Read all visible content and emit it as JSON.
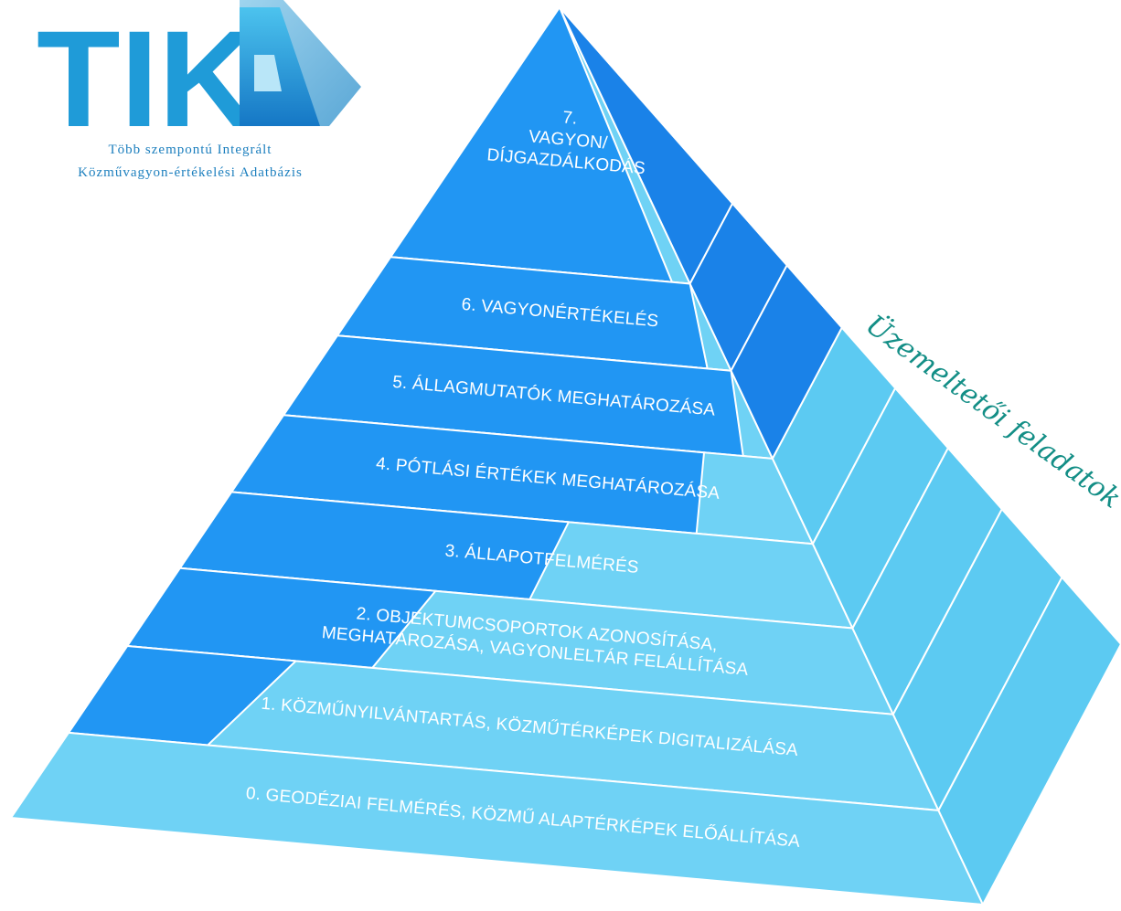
{
  "logo": {
    "word": "TIK",
    "tagline_line1": "Több szempontú Integrált",
    "tagline_line2": "Közművagyon-értékelési Adatbázis",
    "color": "#1f9bd8"
  },
  "side_title": "Üzemeltetői feladatok",
  "levels": [
    {
      "number": "0",
      "lines": [
        "0. GEODÉZIAI FELMÉRÉS, KÖZMŰ ALAPTÉRKÉPEK ELŐÁLLÍTÁSA"
      ]
    },
    {
      "number": "1",
      "lines": [
        "1. KÖZMŰNYILVÁNTARTÁS, KÖZMŰTÉRKÉPEK DIGITALIZÁLÁSA"
      ]
    },
    {
      "number": "2",
      "lines": [
        "2. OBJEKTUMCSOPORTOK AZONOSÍTÁSA,",
        "MEGHATÁROZÁSA, VAGYONLELTÁR FELÁLLÍTÁSA"
      ]
    },
    {
      "number": "3",
      "lines": [
        "3. ÁLLAPOTFELMÉRÉS"
      ]
    },
    {
      "number": "4",
      "lines": [
        "4. PÓTLÁSI ÉRTÉKEK MEGHATÁROZÁSA"
      ]
    },
    {
      "number": "5",
      "lines": [
        "5. ÁLLAGMUTATÓK MEGHATÁROZÁSA"
      ]
    },
    {
      "number": "6",
      "lines": [
        "6. VAGYONÉRTÉKELÉS"
      ]
    },
    {
      "number": "7",
      "lines": [
        "7.",
        "VAGYON/",
        "DÍJGAZDÁLKODÁS"
      ]
    }
  ],
  "colors": {
    "light_face": "#6fd2f5",
    "dark_face": "#2196f3",
    "right_light": "#5ccaf2",
    "right_dark": "#1a82e8",
    "side_title": "#138e86"
  }
}
